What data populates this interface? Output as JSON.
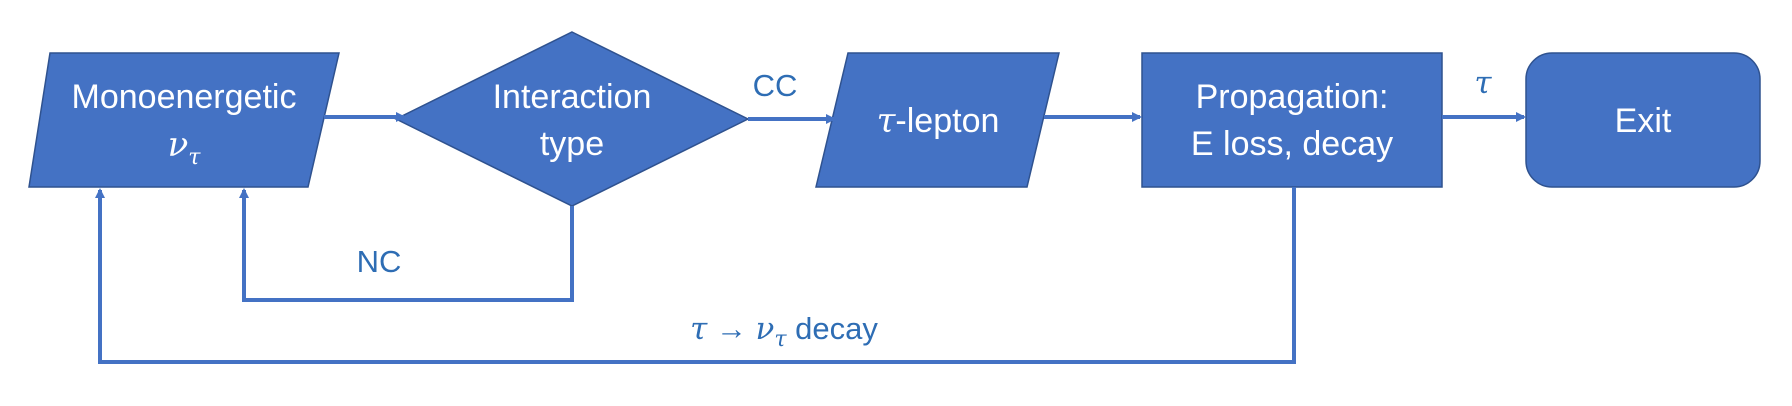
{
  "colors": {
    "shape_fill": "#4472c4",
    "shape_stroke": "#2f528f",
    "arrow": "#4472c4",
    "edge_label": "#2e6db4",
    "node_text": "#ffffff"
  },
  "nodes": {
    "source": {
      "line1": "Monoenergetic",
      "line2_symbol": "ν",
      "line2_sub": "τ"
    },
    "interaction": {
      "line1": "Interaction",
      "line2": "type"
    },
    "lepton": {
      "symbol": "τ",
      "suffix": "-lepton"
    },
    "propagation": {
      "line1": "Propagation:",
      "line2": "E loss, decay"
    },
    "exit": {
      "label": "Exit"
    }
  },
  "edges": {
    "cc": {
      "label": "CC"
    },
    "nc": {
      "label": "NC"
    },
    "tau_exit": {
      "label": "τ"
    },
    "regeneration": {
      "tau": "τ",
      "arrow": "→",
      "nu": "ν",
      "nu_sub": "τ",
      "word": "decay"
    }
  }
}
